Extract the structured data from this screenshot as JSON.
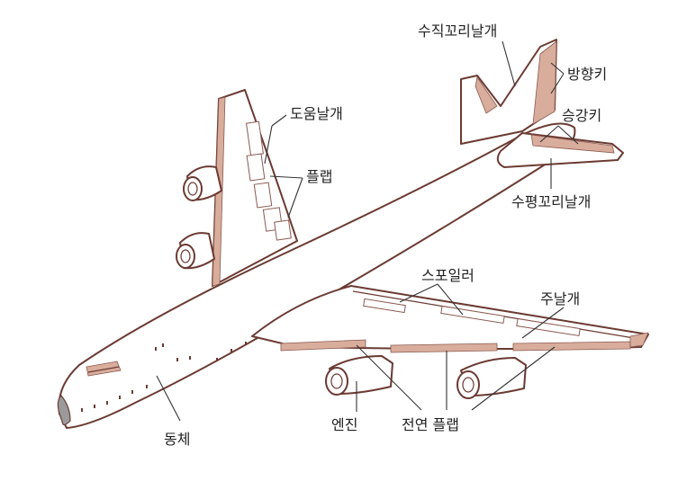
{
  "labels": {
    "vertical_stabilizer": "수직꼬리날개",
    "rudder": "방향키",
    "elevator": "승강키",
    "horizontal_stabilizer": "수평꼬리날개",
    "aileron": "도움날개",
    "flap": "플랩",
    "spoiler": "스포일러",
    "main_wing": "주날개",
    "fuselage": "동체",
    "engine": "엔진",
    "leading_edge_flap": "전연 플랩"
  },
  "colors": {
    "outline": "#6b3a32",
    "control_surface": "#d9ad9c",
    "nose_cone": "#9a9a9a",
    "label_text": "#222222"
  }
}
